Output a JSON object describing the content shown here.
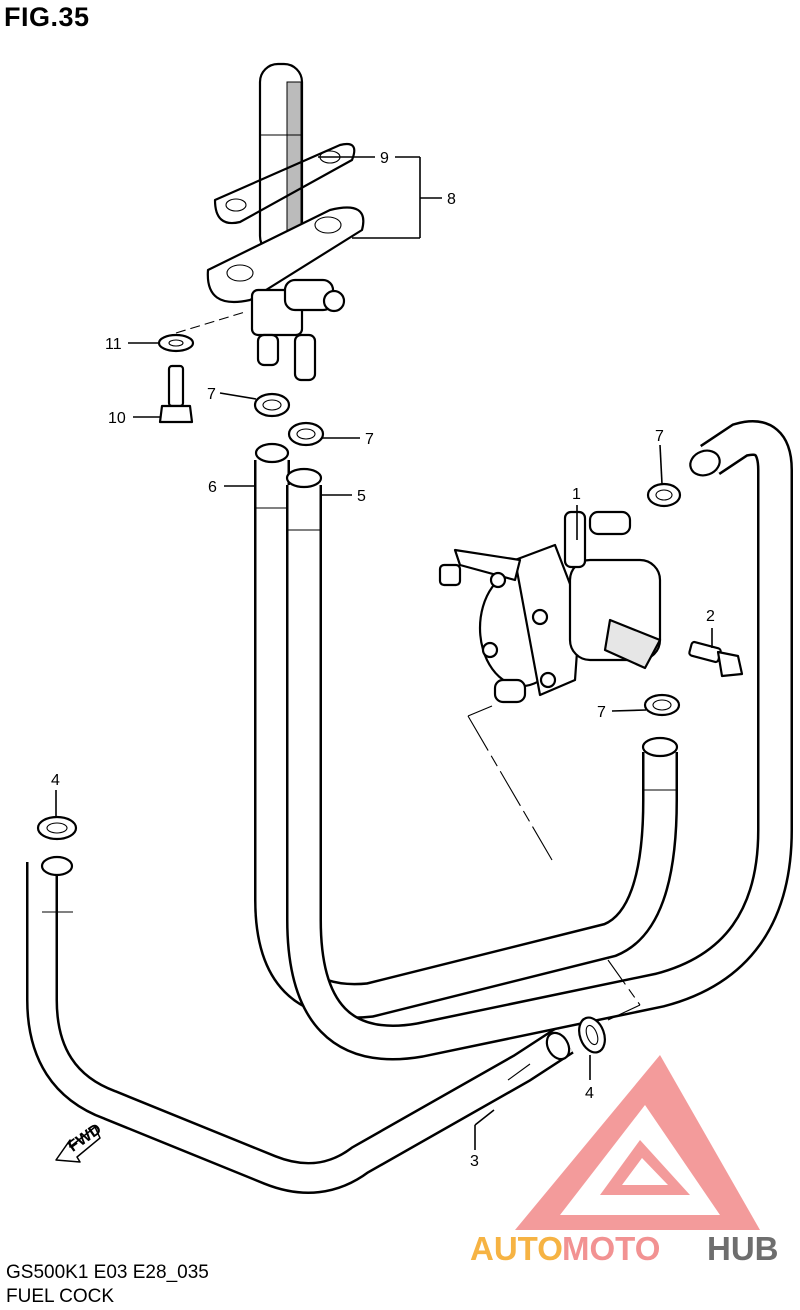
{
  "title": "FIG.35",
  "footer": {
    "code": "GS500K1 E03 E28_035",
    "name": "FUEL COCK"
  },
  "callouts": {
    "c1": "1",
    "c2": "2",
    "c3": "3",
    "c4a": "4",
    "c4b": "4",
    "c5": "5",
    "c6": "6",
    "c7a": "7",
    "c7b": "7",
    "c7c": "7",
    "c7d": "7",
    "c8": "8",
    "c9": "9",
    "c10": "10",
    "c11": "11"
  },
  "fwd_label": "FWD",
  "watermark": {
    "part1": "AUTO",
    "part2": "MOTO",
    "part3": "HUB",
    "colors": {
      "auto": "#f5a623",
      "moto": "#f08080",
      "hub": "#555555",
      "logo": "#f28a8a"
    }
  }
}
